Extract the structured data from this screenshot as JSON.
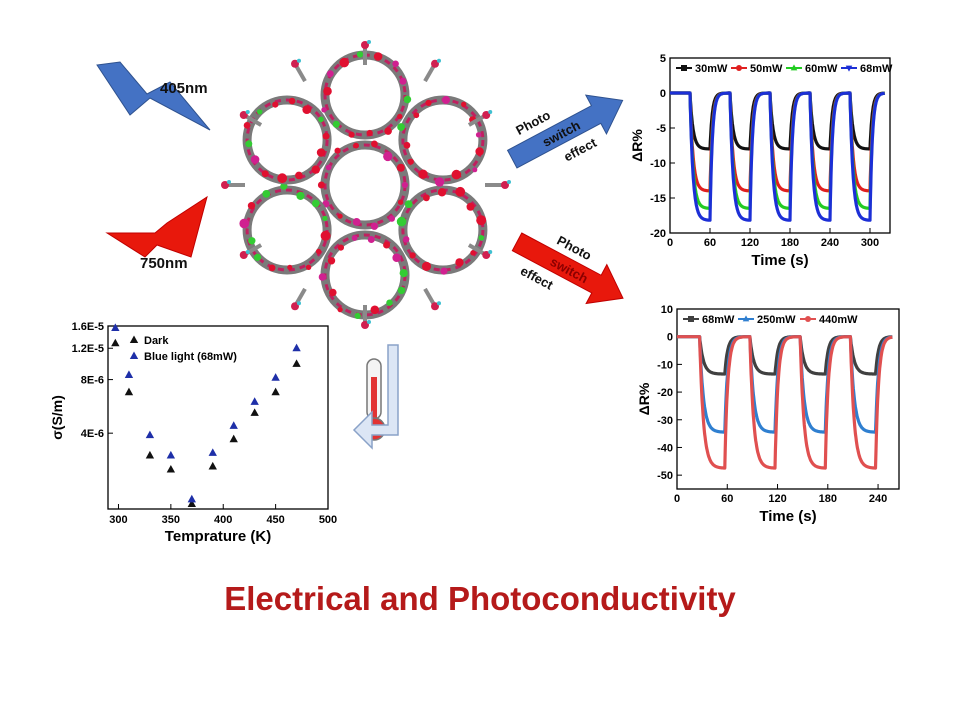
{
  "title": "Electrical and Photoconductivity",
  "light_labels": {
    "blue": "405nm",
    "red": "750nm"
  },
  "arrow_labels": {
    "top": [
      "Photo",
      "switch",
      "effect"
    ],
    "bottom": [
      "Photo",
      "switch",
      "effect"
    ]
  },
  "colors": {
    "title": "#b51a1a",
    "blue_arrow": "#4472c4",
    "red_arrow": "#e8180c"
  },
  "chart_data": [
    {
      "type": "line",
      "id": "top-right",
      "xlabel": "Time (s)",
      "ylabel": "ΔR%",
      "xlim": [
        0,
        330
      ],
      "ylim": [
        -20,
        5
      ],
      "xticks": [
        0,
        60,
        120,
        180,
        240,
        300
      ],
      "yticks": [
        5,
        0,
        -5,
        -10,
        -15,
        -20
      ],
      "x_on": [
        30,
        90,
        150,
        210,
        270
      ],
      "on_duration": 30,
      "legend": "top",
      "series": [
        {
          "name": "30mW",
          "color": "#111111",
          "marker": "square",
          "drop": -8
        },
        {
          "name": "50mW",
          "color": "#e02020",
          "marker": "circle",
          "drop": -14
        },
        {
          "name": "60mW",
          "color": "#22cc22",
          "marker": "triangle",
          "drop": -16.5
        },
        {
          "name": "68mW",
          "color": "#1c2fd6",
          "marker": "triangle-down",
          "drop": -18.2
        }
      ]
    },
    {
      "type": "line",
      "id": "bottom-right",
      "xlabel": "Time (s)",
      "ylabel": "ΔR%",
      "xlim": [
        0,
        265
      ],
      "ylim": [
        -55,
        10
      ],
      "xticks": [
        0,
        60,
        120,
        180,
        240
      ],
      "yticks": [
        10,
        0,
        -10,
        -20,
        -30,
        -40,
        -50
      ],
      "x_on": [
        27,
        87,
        147,
        207
      ],
      "on_duration": 30,
      "legend": "top",
      "series": [
        {
          "name": "68mW",
          "color": "#404040",
          "marker": "square",
          "drop": -13.5
        },
        {
          "name": "250mW",
          "color": "#2f7fd0",
          "marker": "triangle",
          "drop": -34.5
        },
        {
          "name": "440mW",
          "color": "#e05050",
          "marker": "circle",
          "drop": -47.5
        }
      ]
    },
    {
      "type": "scatter",
      "id": "bottom-left",
      "xlabel": "Temprature (K)",
      "ylabel": "σ(S/m)",
      "xlim": [
        290,
        500
      ],
      "xticks": [
        300,
        350,
        400,
        450,
        500
      ],
      "yscale": "log",
      "ylim": [
        1.5e-06,
        1.6e-05
      ],
      "ytick_values": [
        1.6e-05,
        1.2e-05,
        8e-06,
        4e-06
      ],
      "ytick_labels": [
        "1.6E-5",
        "1.2E-5",
        "8E-6",
        "4E-6"
      ],
      "legend": "top-left",
      "series": [
        {
          "name": "Dark",
          "color": "#111111",
          "marker": "triangle",
          "x": [
            297,
            310,
            330,
            350,
            370,
            390,
            410,
            430,
            450,
            470
          ],
          "y": [
            1.28e-05,
            6.8e-06,
            3e-06,
            2.5e-06,
            1.6e-06,
            2.6e-06,
            3.7e-06,
            5.2e-06,
            6.8e-06,
            9.8e-06
          ]
        },
        {
          "name": "Blue light (68mW)",
          "color": "#1e2fa8",
          "marker": "triangle",
          "x": [
            297,
            310,
            330,
            350,
            370,
            390,
            410,
            430,
            450,
            470
          ],
          "y": [
            1.56e-05,
            8.5e-06,
            3.9e-06,
            3e-06,
            1.7e-06,
            3.1e-06,
            4.4e-06,
            6e-06,
            8.2e-06,
            1.2e-05
          ]
        }
      ]
    }
  ]
}
